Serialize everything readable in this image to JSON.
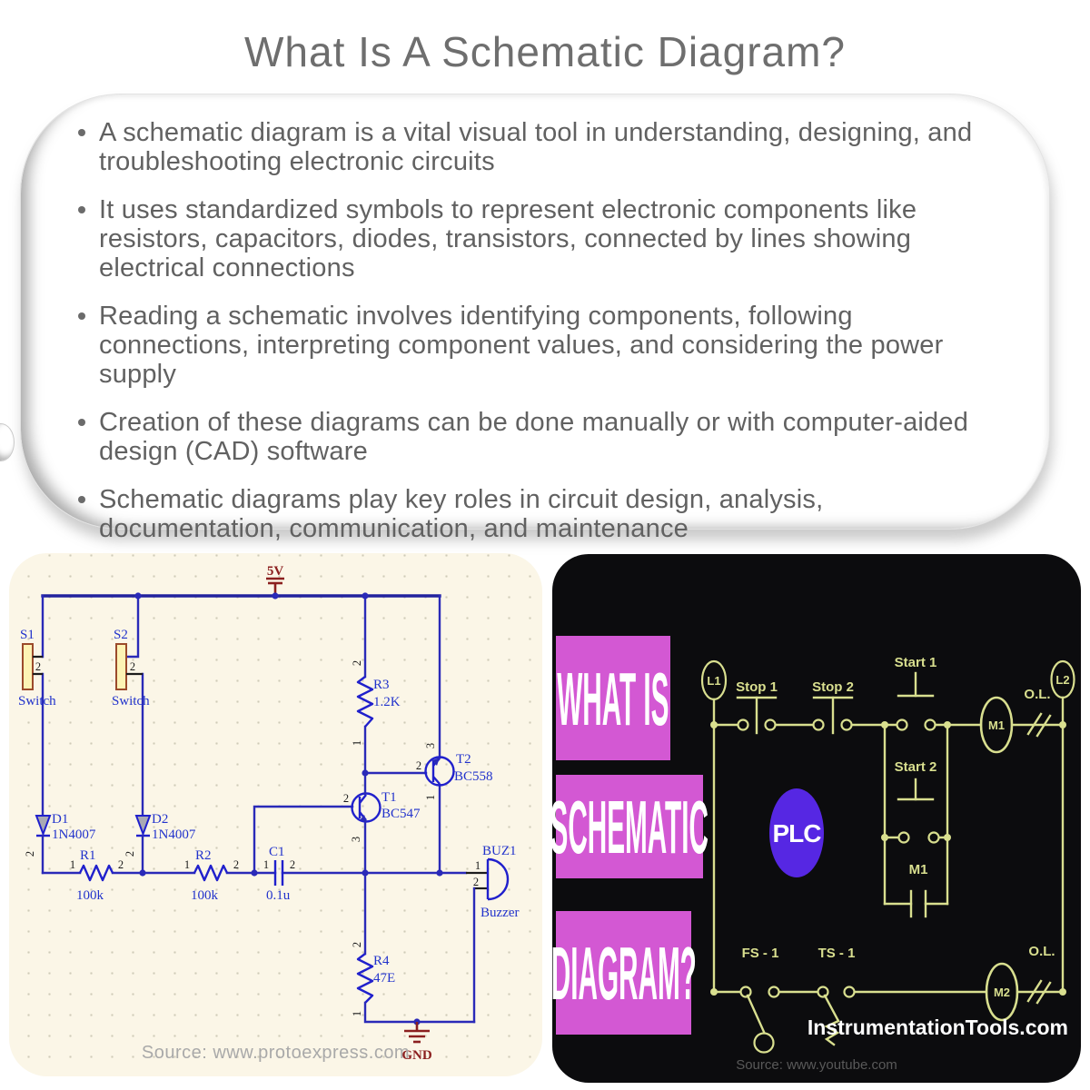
{
  "title": "What Is A Schematic Diagram?",
  "bullets": [
    "A schematic diagram is a vital visual tool in understanding, designing, and troubleshooting electronic circuits",
    "It uses standardized symbols to represent electronic components like resistors, capacitors, diodes, transistors, connected by lines showing electrical connections",
    "Reading a schematic involves identifying components, following connections, interpreting component values, and considering the power supply",
    "Creation of these diagrams can be done manually or with computer-aided design (CAD) software",
    "Schematic diagrams play key roles in circuit design, analysis, documentation, communication, and maintenance"
  ],
  "left": {
    "power": "5V",
    "gnd": "GND",
    "s1": "S1",
    "s2": "S2",
    "switch": "Switch",
    "d1": "D1",
    "d2": "D2",
    "diode_part": "1N4007",
    "r1": "R1",
    "r2": "R2",
    "r_val": "100k",
    "c1": "C1",
    "c_val": "0.1u",
    "r3": "R3",
    "r3_val": "1.2K",
    "r4": "R4",
    "r4_val": "47E",
    "t1": "T1",
    "t1_part": "BC547",
    "t2": "T2",
    "t2_part": "BC558",
    "buz": "BUZ1",
    "buzzer": "Buzzer",
    "p1": "1",
    "p2": "2",
    "p3": "3",
    "source": "Source: www.protoexpress.com"
  },
  "right": {
    "heading": [
      "WHAT IS",
      "SCHEMATIC",
      "DIAGRAM?"
    ],
    "plc": "PLC",
    "l1": "L1",
    "l2": "L2",
    "stop1": "Stop 1",
    "stop2": "Stop 2",
    "start1": "Start 1",
    "start2": "Start 2",
    "m1": "M1",
    "m2": "M2",
    "ol": "O.L.",
    "fs1": "FS - 1",
    "ts1": "TS - 1",
    "watermark": "InstrumentationTools.com",
    "source": "Source: www.youtube.com"
  },
  "colors": {
    "magenta_box": "#d358d3",
    "plc_purple": "#5627e3",
    "ladder_lines": "#d9df8f",
    "wire_blue": "#2a2ab8",
    "component_blue": "#2020cc",
    "canvas_cream": "#fbf6e7",
    "dark_red": "#8b1f1f",
    "text_gray": "#616161"
  }
}
